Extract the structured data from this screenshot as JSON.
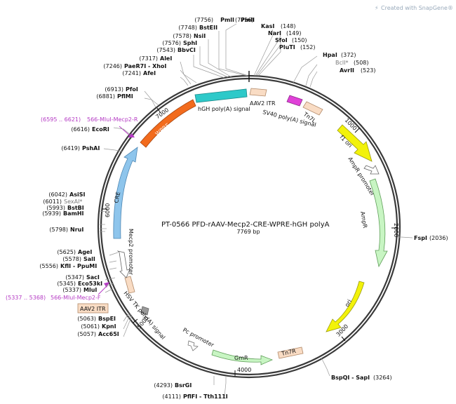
{
  "watermark": "Created with SnapGene®",
  "plasmid": {
    "name": "PT-0566   PFD-rAAV-Mecp2-CRE-WPRE-hGH polyA",
    "length": "7769 bp"
  },
  "ticks": [
    "1000",
    "2000",
    "3000",
    "4000",
    "5000",
    "6000",
    "7000"
  ],
  "features": [
    {
      "label": "AAV2 ITR",
      "color": "#f9dcc4",
      "label_color": "#111111"
    },
    {
      "label": "SV40 poly(A) signal",
      "color": "#e040d8",
      "label_color": "#111111"
    },
    {
      "label": "Tn7L",
      "color": "#f9dcc4",
      "label_color": "#111111"
    },
    {
      "label": "f1 ori",
      "color": "#f2f20a",
      "label_color": "#111111"
    },
    {
      "label": "AmpR promoter",
      "color": "#ffffff",
      "label_color": "#111111"
    },
    {
      "label": "AmpR",
      "color": "#c8f5c3",
      "label_color": "#111111"
    },
    {
      "label": "ori",
      "color": "#f2f20a",
      "label_color": "#111111"
    },
    {
      "label": "Tn7R",
      "color": "#f9dcc4",
      "label_color": "#111111"
    },
    {
      "label": "GmR",
      "color": "#c8f5c3",
      "label_color": "#111111"
    },
    {
      "label": "Pc promoter",
      "color": "#ffffff",
      "label_color": "#111111"
    },
    {
      "label": "HSV TK poly(A) signal",
      "color": "#999999",
      "label_color": "#111111"
    },
    {
      "label": "AAV2 ITR",
      "color": "#f9dcc4",
      "label_color": "#111111"
    },
    {
      "label": "Mecp2 promoter",
      "color": "#ffffff",
      "label_color": "#111111"
    },
    {
      "label": "CRE",
      "color": "#8ec5ec",
      "label_color": "#111111"
    },
    {
      "label": "WPRE",
      "color": "#f26b1d",
      "label_color": "#ffffff"
    },
    {
      "label": "hGH poly(A) signal",
      "color": "#2ec9c9",
      "label_color": "#111111"
    }
  ],
  "sites": [
    {
      "name": "PmlI",
      "pos": "(7756)"
    },
    {
      "name": "BstEII",
      "pos": "(7748)"
    },
    {
      "name": "NsiI",
      "pos": "(7578)"
    },
    {
      "name": "SphI",
      "pos": "(7576)"
    },
    {
      "name": "BbvCI",
      "pos": "(7543)"
    },
    {
      "name": "AleI",
      "pos": "(7317)"
    },
    {
      "name": "PaeR7I - XhoI",
      "pos": "(7246)"
    },
    {
      "name": "AfeI",
      "pos": "(7241)"
    },
    {
      "name": "PfoI",
      "pos": "(6913)"
    },
    {
      "name": "PflMI",
      "pos": "(6881)"
    },
    {
      "name": "EcoRI",
      "pos": "(6616)"
    },
    {
      "name": "PshAI",
      "pos": "(6419)"
    },
    {
      "name": "AsiSI",
      "pos": "(6042)"
    },
    {
      "name": "SexAI*",
      "pos": "(6011)"
    },
    {
      "name": "BstBI",
      "pos": "(5993)"
    },
    {
      "name": "BamHI",
      "pos": "(5939)"
    },
    {
      "name": "NruI",
      "pos": "(5798)"
    },
    {
      "name": "AgeI",
      "pos": "(5625)"
    },
    {
      "name": "SalI",
      "pos": "(5578)"
    },
    {
      "name": "KflI - PpuMI",
      "pos": "(5556)"
    },
    {
      "name": "SacI",
      "pos": "(5347)"
    },
    {
      "name": "Eco53kI",
      "pos": "(5345)"
    },
    {
      "name": "MluI",
      "pos": "(5337)"
    },
    {
      "name": "BspEI",
      "pos": "(5063)"
    },
    {
      "name": "KpnI",
      "pos": "(5061)"
    },
    {
      "name": "Acc65I",
      "pos": "(5057)"
    },
    {
      "name": "BsrGI",
      "pos": "(4293)"
    },
    {
      "name": "PflFI - Tth111I",
      "pos": "(4111)"
    },
    {
      "name": "KasI",
      "pos": "(148)"
    },
    {
      "name": "NarI",
      "pos": "(149)"
    },
    {
      "name": "SfoI",
      "pos": "(150)"
    },
    {
      "name": "PluTI",
      "pos": "(152)"
    },
    {
      "name": "HpaI",
      "pos": "(372)"
    },
    {
      "name": "BclI*",
      "pos": "(508)"
    },
    {
      "name": "AvrII",
      "pos": "(523)"
    },
    {
      "name": "FspI",
      "pos": "(2036)"
    },
    {
      "name": "BspQI - SapI",
      "pos": "(3264)"
    }
  ],
  "primers": [
    {
      "range": "(6595 .. 6621)",
      "name": "566-MluI-Mecp2-R"
    },
    {
      "range": "(5337 .. 5368)",
      "name": "566-MluI-Mecp2-F"
    }
  ],
  "colors": {
    "backbone": "#3a3a3a",
    "primer": "#b53bc4",
    "gray_site": "#7a7a7a"
  }
}
